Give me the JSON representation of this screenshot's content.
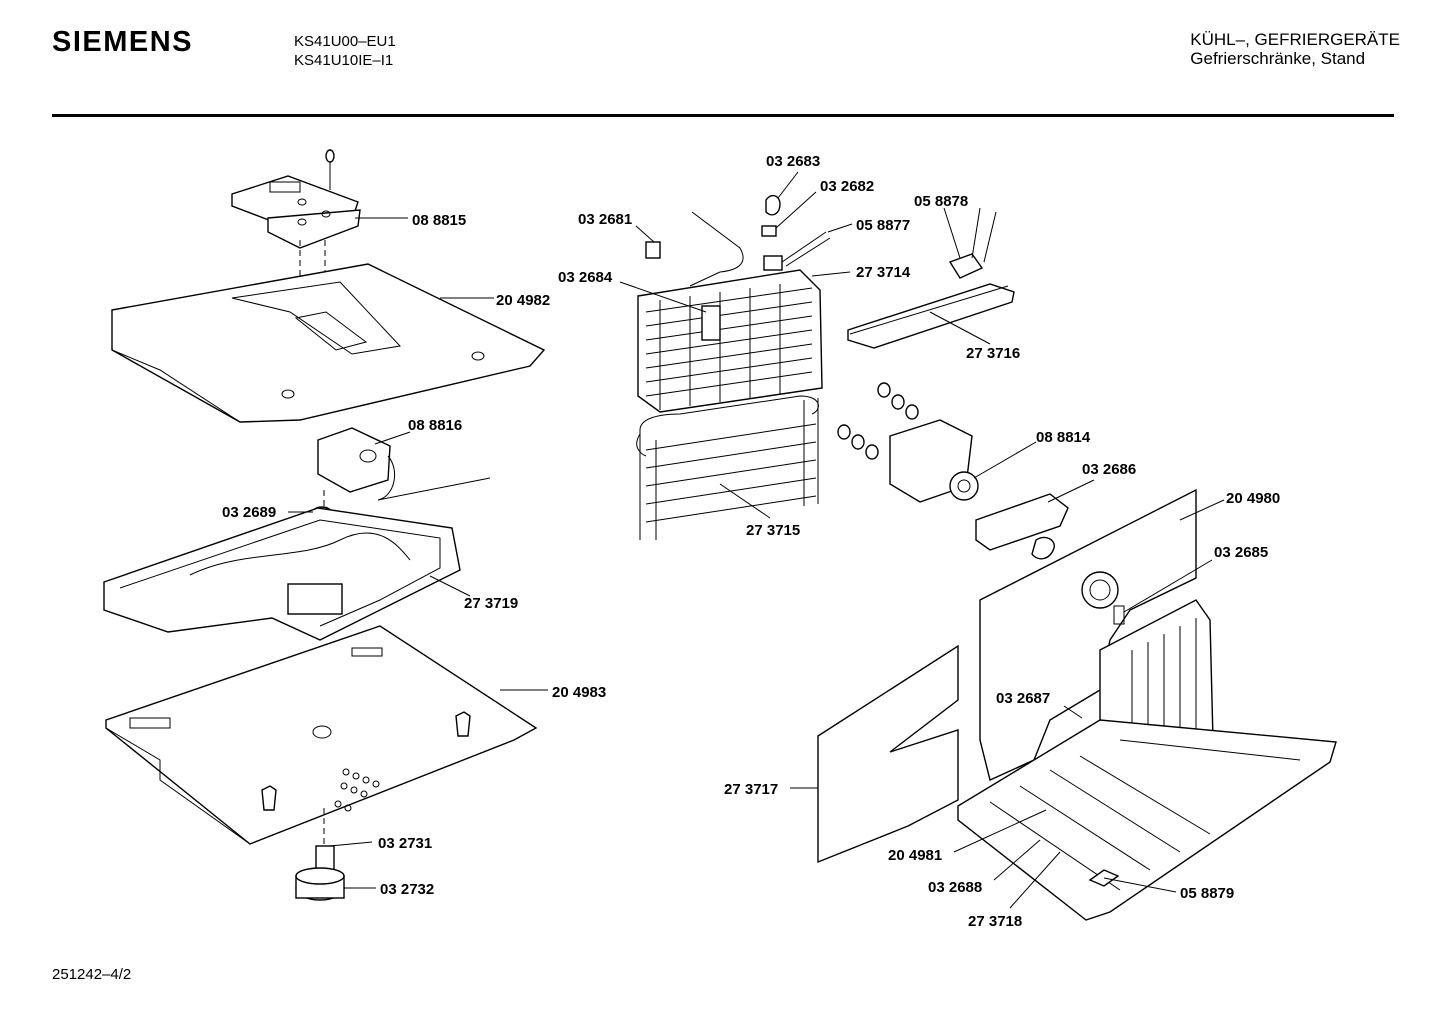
{
  "header": {
    "brand": "SIEMENS",
    "models": [
      "KS41U00–EU1",
      "KS41U10IE–I1"
    ],
    "category_line1": "KÜHL–, GEFRIERGERÄTE",
    "category_line2": "Gefrierschränke, Stand"
  },
  "footer": {
    "doc_number": "251242–4/2"
  },
  "parts": [
    {
      "id": "088815",
      "label": "08 8815"
    },
    {
      "id": "204982",
      "label": "20 4982"
    },
    {
      "id": "088816",
      "label": "08 8816"
    },
    {
      "id": "032689",
      "label": "03 2689"
    },
    {
      "id": "273719",
      "label": "27 3719"
    },
    {
      "id": "204983",
      "label": "20 4983"
    },
    {
      "id": "032731",
      "label": "03 2731"
    },
    {
      "id": "032732",
      "label": "03 2732"
    },
    {
      "id": "032683",
      "label": "03 2683"
    },
    {
      "id": "032682",
      "label": "03 2682"
    },
    {
      "id": "032681",
      "label": "03 2681"
    },
    {
      "id": "058877",
      "label": "05 8877"
    },
    {
      "id": "058878",
      "label": "05 8878"
    },
    {
      "id": "032684",
      "label": "03 2684"
    },
    {
      "id": "273714",
      "label": "27 3714"
    },
    {
      "id": "273716",
      "label": "27 3716"
    },
    {
      "id": "273715",
      "label": "27 3715"
    },
    {
      "id": "088814",
      "label": "08 8814"
    },
    {
      "id": "032686",
      "label": "03 2686"
    },
    {
      "id": "204980",
      "label": "20 4980"
    },
    {
      "id": "032685",
      "label": "03 2685"
    },
    {
      "id": "032687",
      "label": "03 2687"
    },
    {
      "id": "273717",
      "label": "27 3717"
    },
    {
      "id": "204981",
      "label": "20 4981"
    },
    {
      "id": "032688",
      "label": "03 2688"
    },
    {
      "id": "273718",
      "label": "27 3718"
    },
    {
      "id": "058879",
      "label": "05 8879"
    }
  ]
}
